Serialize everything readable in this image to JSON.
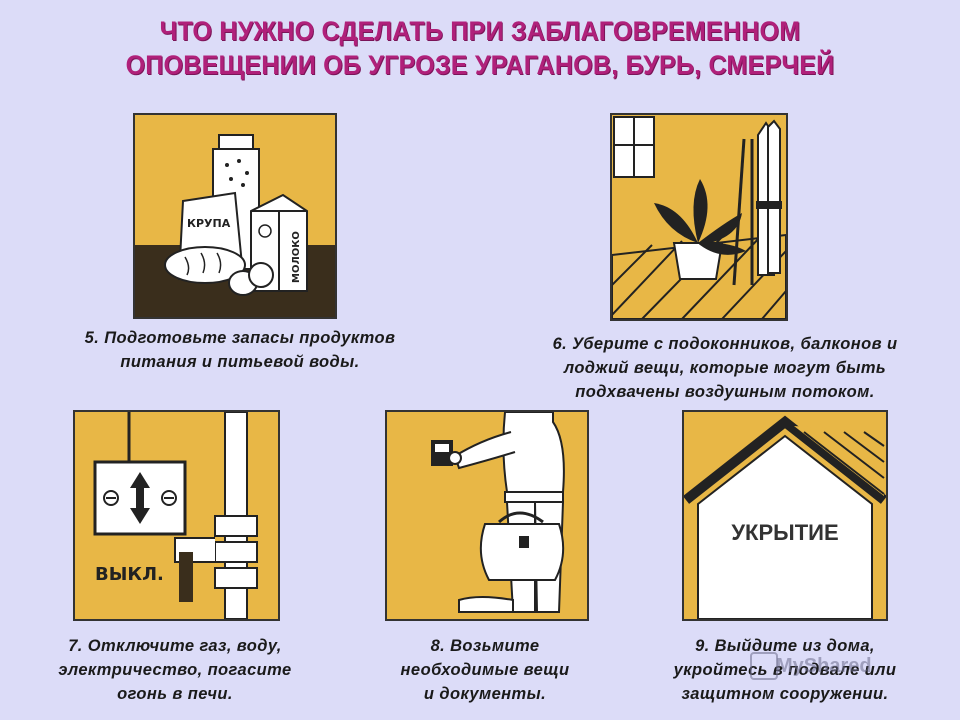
{
  "title": {
    "line1": "ЧТО НУЖНО СДЕЛАТЬ ПРИ ЗАБЛАГОВРЕМЕННОМ",
    "line2": "ОПОВЕЩЕНИИ ОБ УГРОЗЕ УРАГАНОВ, БУРЬ, СМЕРЧЕЙ"
  },
  "colors": {
    "title": "#b0207a",
    "background": "#dcdcf8",
    "panel_yellow": "#e8b746",
    "panel_dark": "#3a2e1c"
  },
  "panels": {
    "p5": {
      "labels": {
        "bag": "КРУПА",
        "carton": "МОЛОКО"
      },
      "caption": [
        "5. Подготовьте запасы продуктов",
        "питания и питьевой воды."
      ]
    },
    "p6": {
      "caption": [
        "6. Уберите с подоконников, балконов и",
        "лоджий вещи, которые могут быть",
        "подхвачены воздушным потоком."
      ]
    },
    "p7": {
      "labels": {
        "switch": "ВЫКЛ."
      },
      "caption": [
        "7. Отключите газ, воду,",
        "электричество, погасите",
        "огонь в печи."
      ]
    },
    "p8": {
      "caption": [
        "8. Возьмите",
        "необходимые вещи",
        "и документы."
      ]
    },
    "p9": {
      "labels": {
        "shelter": "УКРЫТИЕ"
      },
      "caption": [
        "9. Выйдите из дома,",
        "укройтесь в подвале или",
        "защитном сооружении."
      ]
    }
  },
  "watermark": "MyShared"
}
